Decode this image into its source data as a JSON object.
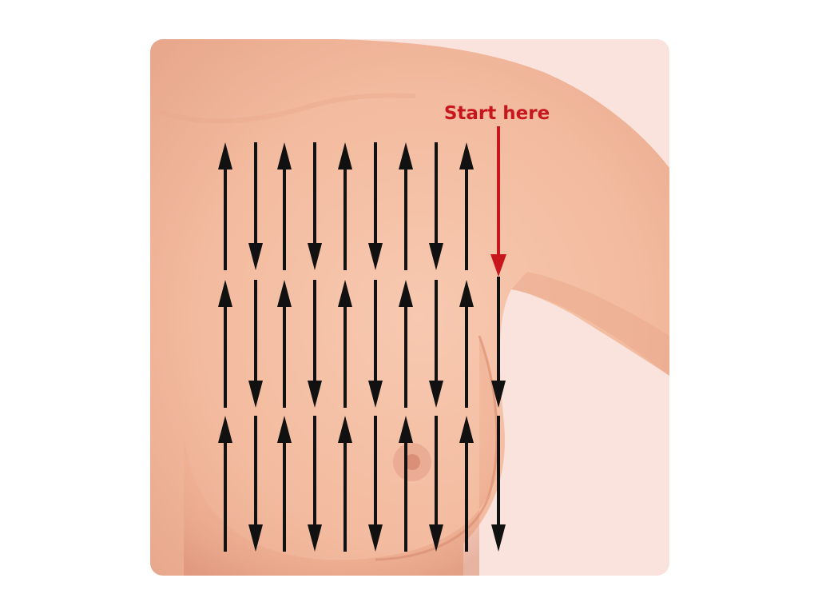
{
  "diagram": {
    "start_label": "Start here",
    "colors": {
      "background": "#fae3dd",
      "skin_light": "#f6c5ad",
      "skin_mid": "#f1b294",
      "skin_shadow": "#e59f84",
      "arrow": "#111111",
      "start_marker": "#c8161d"
    },
    "pattern": {
      "description_free_count": 9,
      "rows": 3
    }
  }
}
